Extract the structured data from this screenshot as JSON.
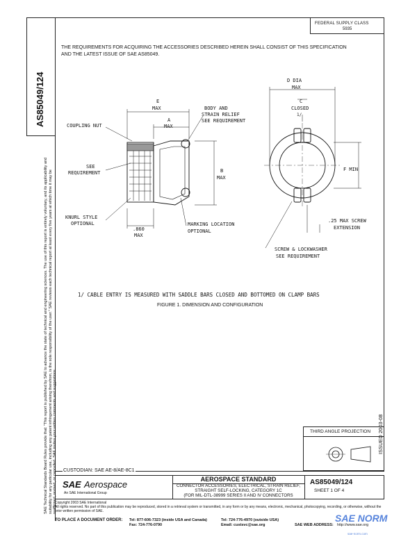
{
  "header": {
    "federal_supply_class": "FEDERAL SUPPLY CLASS",
    "fsc_code": "5935"
  },
  "spine": {
    "doc_number": "AS85049/124",
    "notice": "SAE Technical Standards Board Rules provide that: \"This report is published by SAE to advance the state of technical and engineering sciences. The use of this report is entirely voluntary, and its applicability and suitability for any particular use, including any patent infringement arising therefrom, is the sole responsibility of the user.\"",
    "review": "SAE reviews each technical report at least every five years at which time it may be reaffirmed, revised, or cancelled. SAE invites your written comments and suggestions."
  },
  "requirements_text": "THE REQUIREMENTS FOR ACQUIRING THE ACCESSORIES DESCRIBED HEREIN SHALL CONSIST OF THIS SPECIFICATION AND THE LATEST ISSUE OF SAE AS85049.",
  "drawing": {
    "labels": {
      "e_max_line1": "E",
      "e_max_line2": "MAX",
      "a_max_line1": "A",
      "a_max_line2": "MAX",
      "body_relief_1": "BODY AND",
      "body_relief_2": "STRAIN RELIEF",
      "body_relief_3": "SEE REQUIREMENT",
      "coupling_nut": "COUPLING NUT",
      "see_req_1": "SEE",
      "see_req_2": "REQUIREMENT",
      "b_max_1": "B",
      "b_max_2": "MAX",
      "knurl_1": "KNURL STYLE",
      "knurl_2": "OPTIONAL",
      "dim_860_1": ".860",
      "dim_860_2": "MAX",
      "marking_1": "MARKING LOCATION",
      "marking_2": "OPTIONAL",
      "d_dia_1": "D DIA",
      "d_dia_2": "MAX",
      "c_closed_1": "C",
      "c_closed_2": "CLOSED",
      "c_arrow_note": "1/",
      "f_min": "F MIN",
      "screw_ext_1": ".25 MAX SCREW",
      "screw_ext_2": "EXTENSION",
      "screw_lock_1": "SCREW & LOCKWASHER",
      "screw_lock_2": "SEE REQUIREMENT"
    },
    "footnote": "1/ CABLE ENTRY IS MEASURED WITH SADDLE BARS CLOSED AND BOTTOMED ON CLAMP BARS",
    "figure_caption": "FIGURE 1. DIMENSION AND CONFIGURATION"
  },
  "projection_box": {
    "title": "THIRD ANGLE PROJECTION"
  },
  "issued": "ISSUED 2003-08",
  "title_block": {
    "custodian": "CUSTODIAN: SAE AE-8/AE-8C1",
    "logo_sae": "SAE",
    "logo_aerospace": "Aerospace",
    "logo_sub": "An SAE International Group",
    "standard_heading": "AEROSPACE STANDARD",
    "title_line1": "CONNECTOR ACCESSORIES, ELECTRICAL, STRAIN RELIEF,",
    "title_line2": "STRAIGHT SELF-LOCKING, CATEGORY 1C",
    "title_line3": "(FOR MIL-DTL-38999 SERIES II AND IV CONNECTORS",
    "doc_number": "AS85049/124",
    "sheet": "SHEET 1 OF 4"
  },
  "footer": {
    "copyright": "Copyright 2003 SAE International",
    "rights": "All rights reserved. No part of this publication may be reproduced, stored in a retrieval system or transmitted, in any form or by any means, electronic, mechanical, photocopying, recording, or otherwise, without the prior written permission of SAE.",
    "order_label": "TO PLACE A DOCUMENT ORDER:",
    "tel1": "Tel: 877-606-7323 (inside USA and Canada)",
    "tel2": "Tel: 724-776-4970 (outside USA)",
    "fax": "Fax: 724-776-0790",
    "email": "Email: custsvc@sae.org",
    "web_label": "SAE WEB ADDRESS:",
    "web": "http://www.sae.org",
    "watermark": "SAE NORM",
    "watermark_sub": "sae-norm.com"
  }
}
